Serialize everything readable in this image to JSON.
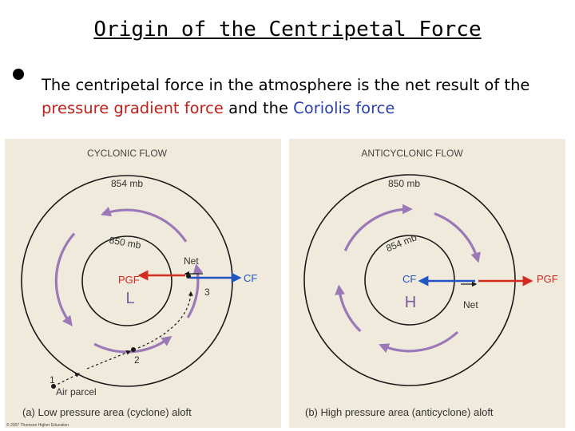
{
  "slide": {
    "title": "Origin of the Centripetal Force",
    "bullet": {
      "part1": "The centripetal force in the atmosphere is the net result of the ",
      "pgf": "pressure gradient force",
      "part2": " and the ",
      "cf": "Coriolis force"
    }
  },
  "diagrams": {
    "left": {
      "heading": "CYCLONIC FLOW",
      "outer_isobar": "854 mb",
      "inner_isobar": "850 mb",
      "center": "L",
      "pgf_label": "PGF",
      "cf_label": "CF",
      "net_label": "Net",
      "point1": "1",
      "point2": "2",
      "point3": "3",
      "parcel_label": "Air parcel",
      "caption": "(a) Low pressure area (cyclone) aloft",
      "credit": "© 2007 Thomson Higher Education"
    },
    "right": {
      "heading": "ANTICYCLONIC FLOW",
      "outer_isobar": "850 mb",
      "inner_isobar": "854 mb",
      "center": "H",
      "pgf_label": "PGF",
      "cf_label": "CF",
      "net_label": "Net",
      "caption": "(b) High pressure area (anticyclone) aloft"
    }
  },
  "colors": {
    "pgf": "#d42a1e",
    "cf": "#2255c4",
    "flow": "#9b79b8",
    "isobar": "#1a1a1a",
    "panel_bg": "#efeadb"
  }
}
